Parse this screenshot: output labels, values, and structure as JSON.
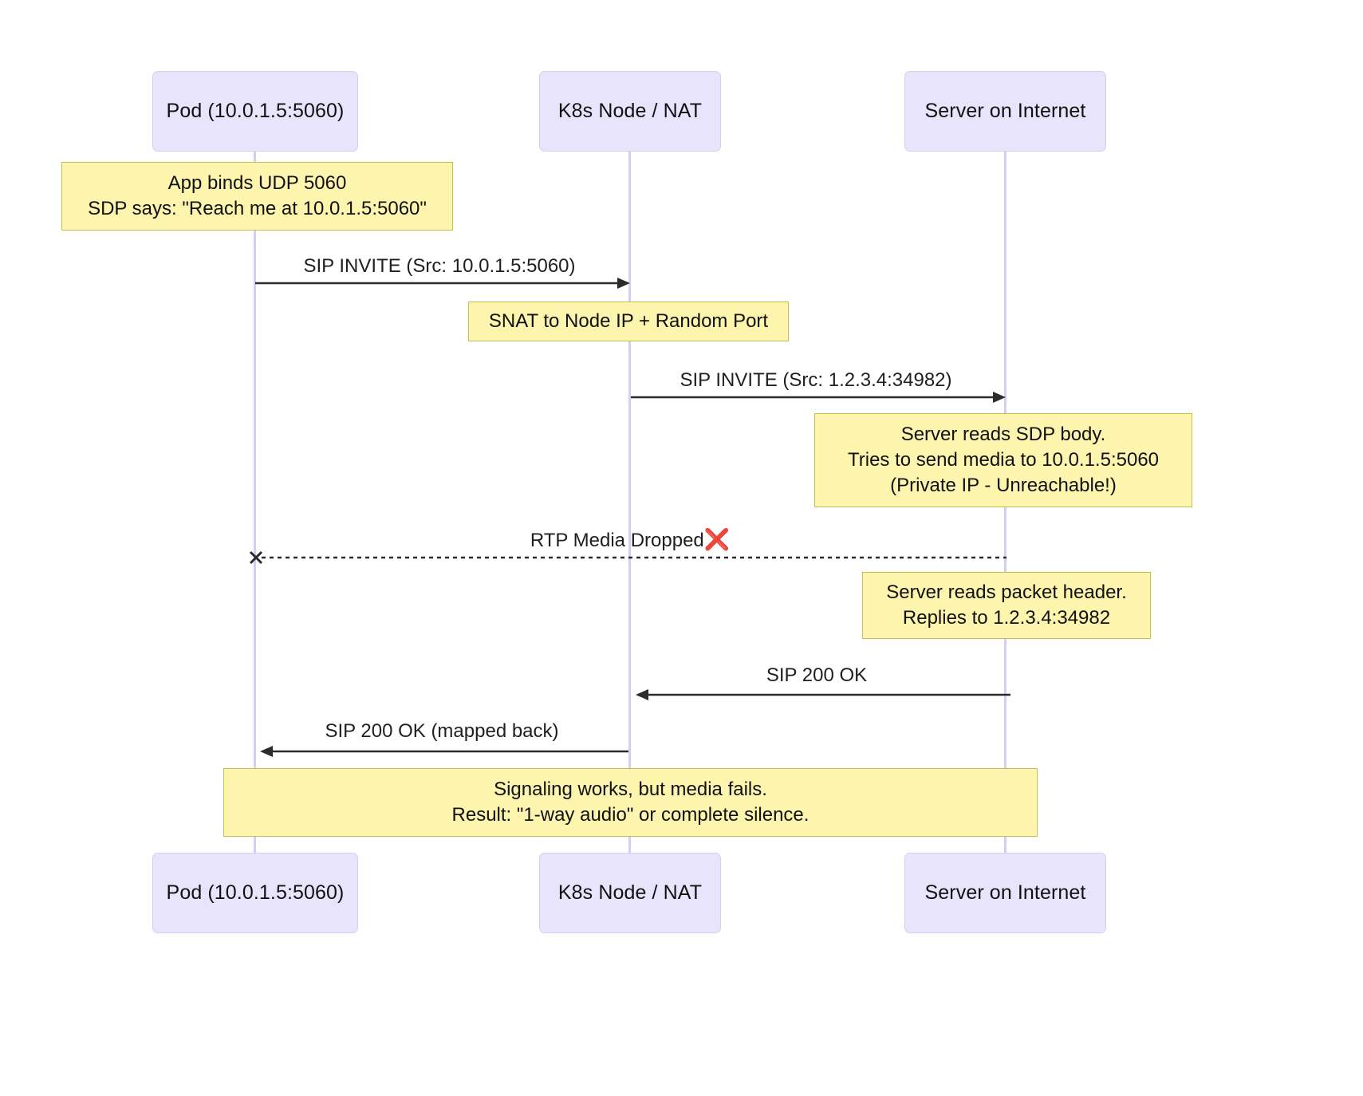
{
  "diagram": {
    "type": "sequence-diagram",
    "colors": {
      "actor_fill": "#e8e4fb",
      "actor_border": "#d6cdf5",
      "note_fill": "#fdf5ad",
      "note_border": "#c5bf4e",
      "lifeline": "#d6cdf5",
      "arrow": "#2b2b2b",
      "error_mark": "#e02020",
      "background": "#ffffff"
    },
    "participants": [
      {
        "id": "pod",
        "label": "Pod (10.0.1.5:5060)"
      },
      {
        "id": "node",
        "label": "K8s Node / NAT"
      },
      {
        "id": "server",
        "label": "Server on Internet"
      }
    ],
    "notes": [
      {
        "id": "note-pod-bind",
        "lines": [
          "App binds UDP 5060",
          "SDP says: \"Reach me at 10.0.1.5:5060\""
        ]
      },
      {
        "id": "note-snat",
        "lines": [
          "SNAT to Node IP + Random Port"
        ]
      },
      {
        "id": "note-server-sdp",
        "lines": [
          "Server reads SDP body.",
          "Tries to send media to 10.0.1.5:5060",
          "(Private IP - Unreachable!)"
        ]
      },
      {
        "id": "note-server-header",
        "lines": [
          "Server reads packet header.",
          "Replies to 1.2.3.4:34982"
        ]
      },
      {
        "id": "note-summary",
        "lines": [
          "Signaling works, but media fails.",
          "Result: \"1-way audio\" or complete silence."
        ]
      }
    ],
    "messages": [
      {
        "id": "msg-invite-pod-node",
        "label": "SIP INVITE (Src: 10.0.1.5:5060)",
        "from": "pod",
        "to": "node",
        "style": "solid"
      },
      {
        "id": "msg-invite-node-server",
        "label": "SIP INVITE (Src: 1.2.3.4:34982)",
        "from": "node",
        "to": "server",
        "style": "solid"
      },
      {
        "id": "msg-rtp-dropped",
        "label": "RTP Media Dropped",
        "marker": "❌",
        "from": "server",
        "to": "pod",
        "style": "dotted-failed"
      },
      {
        "id": "msg-200ok",
        "label": "SIP 200 OK",
        "from": "server",
        "to": "node",
        "style": "solid"
      },
      {
        "id": "msg-200ok-mapped",
        "label": "SIP 200 OK (mapped back)",
        "from": "node",
        "to": "pod",
        "style": "solid"
      }
    ]
  }
}
